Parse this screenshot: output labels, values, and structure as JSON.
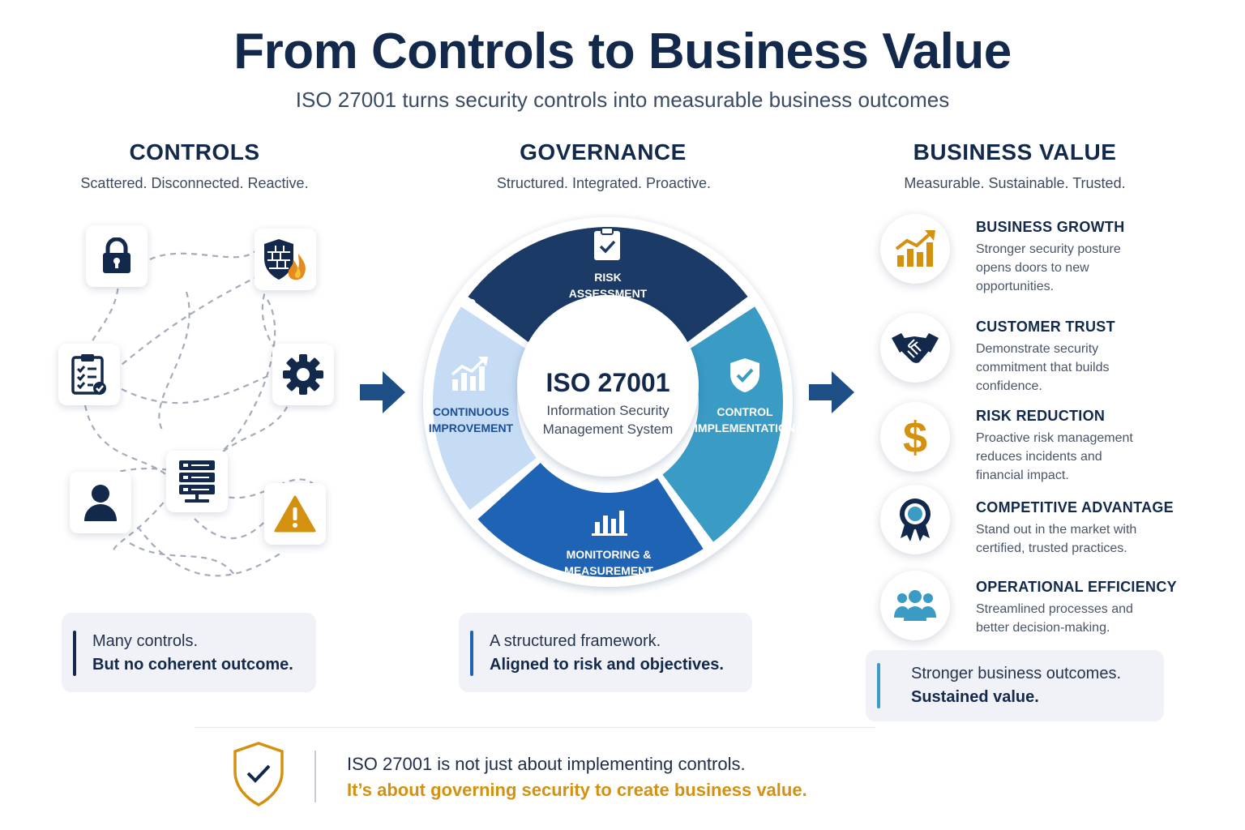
{
  "header": {
    "title": "From Controls to Business Value",
    "subtitle": "ISO 27001 turns security controls into measurable business outcomes"
  },
  "controls": {
    "heading": "CONTROLS",
    "tagline": "Scattered. Disconnected. Reactive.",
    "icons": [
      "lock-icon",
      "firewall-icon",
      "checklist-icon",
      "gear-icon",
      "user-icon",
      "server-icon",
      "warning-icon"
    ],
    "note_line1": "Many controls.",
    "note_line2": "But no coherent outcome."
  },
  "governance": {
    "heading": "GOVERNANCE",
    "tagline": "Structured. Integrated. Proactive.",
    "center_title": "ISO 27001",
    "center_sub1": "Information Security",
    "center_sub2": "Management System",
    "segments": {
      "risk_1": "RISK",
      "risk_2": "ASSESSMENT",
      "control_1": "CONTROL",
      "control_2": "IMPLEMENTATION",
      "monitor_1": "MONITORING &",
      "monitor_2": "MEASUREMENT",
      "improve_1": "CONTINUOUS",
      "improve_2": "IMPROVEMENT"
    },
    "note_line1": "A structured framework.",
    "note_line2": "Aligned to risk and objectives."
  },
  "business_value": {
    "heading": "BUSINESS VALUE",
    "tagline": "Measurable. Sustainable. Trusted.",
    "items": [
      {
        "icon": "growth-chart-icon",
        "title": "BUSINESS GROWTH",
        "d1": "Stronger security posture",
        "d2": "opens doors to new",
        "d3": "opportunities."
      },
      {
        "icon": "handshake-icon",
        "title": "CUSTOMER TRUST",
        "d1": "Demonstrate security",
        "d2": "commitment that builds",
        "d3": "confidence."
      },
      {
        "icon": "dollar-icon",
        "title": "RISK REDUCTION",
        "d1": "Proactive risk management",
        "d2": "reduces incidents and",
        "d3": "financial impact."
      },
      {
        "icon": "award-icon",
        "title": "COMPETITIVE ADVANTAGE",
        "d1": "Stand out in the market with",
        "d2": "certified, trusted practices.",
        "d3": ""
      },
      {
        "icon": "team-icon",
        "title": "OPERATIONAL EFFICIENCY",
        "d1": "Streamlined processes and",
        "d2": "better decision-making.",
        "d3": ""
      }
    ],
    "note_line1": "Stronger business outcomes.",
    "note_line2": "Sustained value."
  },
  "footer": {
    "line1": "ISO 27001 is not just about implementing controls.",
    "line2": "It’s about governing security to create business value."
  },
  "colors": {
    "navy": "#13294b",
    "segment_dark": "#1b3a66",
    "segment_teal": "#3a9bc4",
    "segment_blue": "#1f63b5",
    "segment_light": "#c6dcf5",
    "gold": "#d4900f"
  }
}
